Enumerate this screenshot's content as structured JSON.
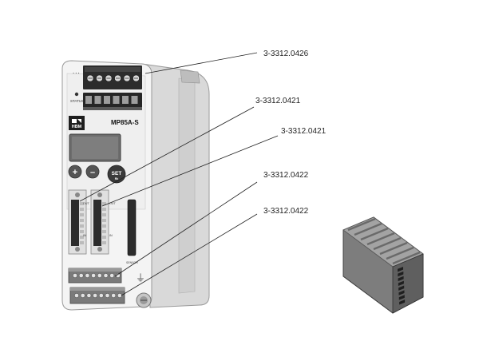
{
  "callouts": [
    {
      "label": "3-3312.0426"
    },
    {
      "label": "3-3312.0421"
    },
    {
      "label": "3-3312.0421"
    },
    {
      "label": "3-3312.0422"
    },
    {
      "label": "3-3312.0422"
    }
  ],
  "device": {
    "brand": "HBM",
    "model": "MP85A-S",
    "status_label": "STATUS",
    "set_button": "SET",
    "set_button_sub": "Rk",
    "plus_button": "+",
    "minus_button": "–",
    "ground_symbol": "⏚"
  },
  "colors": {
    "housing": "#e9e9e9",
    "front": "#f6f6f6",
    "connector": "#2c2c2c",
    "terminal_block": "#7a7a7a",
    "display": "#6d6d6d",
    "button": "#555555"
  }
}
